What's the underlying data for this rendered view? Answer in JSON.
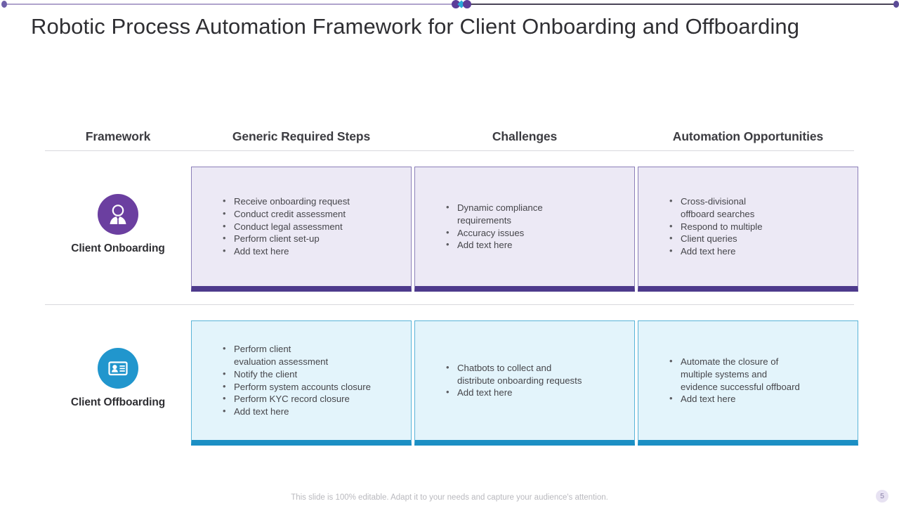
{
  "slide": {
    "title": "Robotic Process Automation Framework for Client Onboarding and Offboarding",
    "page_number": "5",
    "footer_note": "This slide is 100% editable. Adapt it to your needs and capture your audience's attention."
  },
  "theme": {
    "purple_accent": "#4d3a8c",
    "purple_fill": "#ece9f5",
    "purple_border": "#8b7fb8",
    "purple_icon": "#6b3fa0",
    "blue_accent": "#1b8fc4",
    "blue_fill": "#e3f4fb",
    "blue_border": "#59b4d8",
    "blue_icon": "#2196cd",
    "title_color": "#2f2f33",
    "divider_color": "#d8d8dc",
    "rule_left_color": "#b0a3cc",
    "rule_right_color": "#4a4458",
    "rule_dot_color": "#5c3d99",
    "rule_diamond_color": "#2aa8d8",
    "badge_fill": "#e7e2f2"
  },
  "headers": {
    "framework": "Framework",
    "steps": "Generic Required Steps",
    "challenges": "Challenges",
    "automation": "Automation Opportunities"
  },
  "rows": [
    {
      "label": "Client Onboarding",
      "icon": "user-profile-icon",
      "steps": [
        "Receive onboarding request",
        "Conduct credit assessment",
        "Conduct legal assessment",
        "Perform client set-up",
        "Add text here"
      ],
      "challenges": [
        "Dynamic compliance",
        "Accuracy issues",
        "Add text here"
      ],
      "challenges_wrap": {
        "0": "requirements"
      },
      "automation": [
        "Cross-divisional",
        "Respond to multiple",
        "Client queries",
        "Add text here"
      ],
      "automation_wrap": {
        "0": "offboard searches"
      }
    },
    {
      "label": "Client Offboarding",
      "icon": "id-card-icon",
      "steps": [
        "Perform client",
        "Notify the client",
        "Perform system accounts closure",
        "Perform KYC record closure",
        "Add text here"
      ],
      "steps_wrap": {
        "0": "evaluation assessment"
      },
      "challenges": [
        "Chatbots to collect and",
        "Add text here"
      ],
      "challenges_wrap": {
        "0": "distribute onboarding requests"
      },
      "automation": [
        "Automate the closure of",
        "Add text here"
      ],
      "automation_wrap": {
        "0a": "multiple systems and",
        "0b": "evidence successful offboard"
      }
    }
  ]
}
